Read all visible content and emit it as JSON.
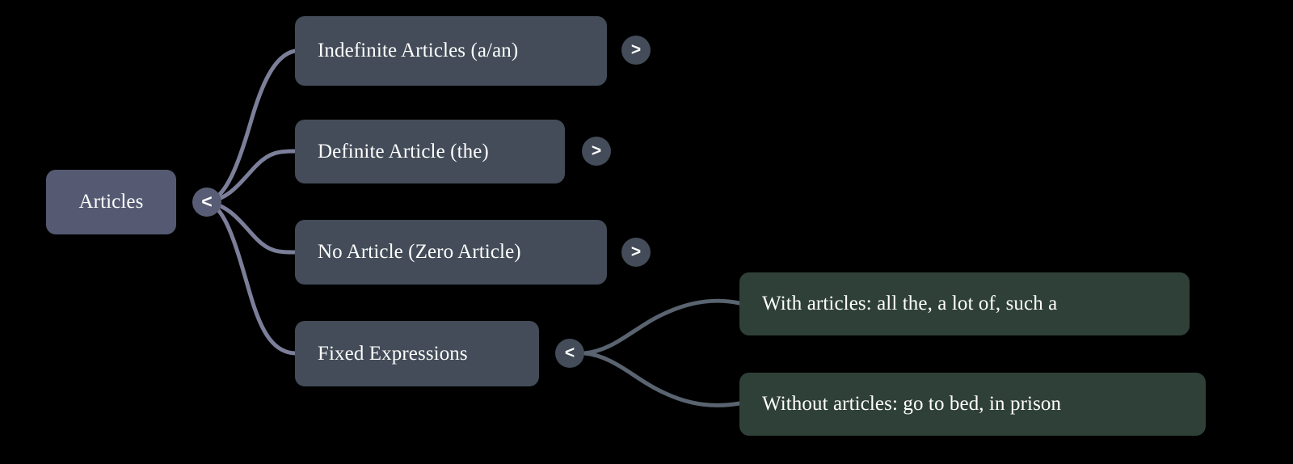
{
  "diagram": {
    "type": "mind-map",
    "background_color": "#000000",
    "root": {
      "id": "articles",
      "label": "Articles",
      "color": "#555a72",
      "toggle": {
        "glyph": "<",
        "state": "expanded",
        "icon": "chevron-left-icon"
      }
    },
    "branches": [
      {
        "id": "indefinite-articles",
        "label": "Indefinite Articles (a/an)",
        "color": "#434c58",
        "toggle": {
          "glyph": ">",
          "state": "collapsed",
          "icon": "chevron-right-icon"
        },
        "children": []
      },
      {
        "id": "definite-article",
        "label": "Definite Article (the)",
        "color": "#434c58",
        "toggle": {
          "glyph": ">",
          "state": "collapsed",
          "icon": "chevron-right-icon"
        },
        "children": []
      },
      {
        "id": "no-article",
        "label": "No Article (Zero Article)",
        "color": "#434c58",
        "toggle": {
          "glyph": ">",
          "state": "collapsed",
          "icon": "chevron-right-icon"
        },
        "children": []
      },
      {
        "id": "fixed-expressions",
        "label": "Fixed Expressions",
        "color": "#434c58",
        "toggle": {
          "glyph": "<",
          "state": "expanded",
          "icon": "chevron-left-icon"
        },
        "children": [
          {
            "id": "with-articles",
            "label": "With articles: all the, a lot of, such a",
            "color": "#2f4039"
          },
          {
            "id": "without-articles",
            "label": "Without articles: go to bed, in prison",
            "color": "#2f4039"
          }
        ]
      }
    ],
    "edge_colors": {
      "root_edges": "#7c7f99",
      "branch_edges": "#5a6470"
    }
  }
}
